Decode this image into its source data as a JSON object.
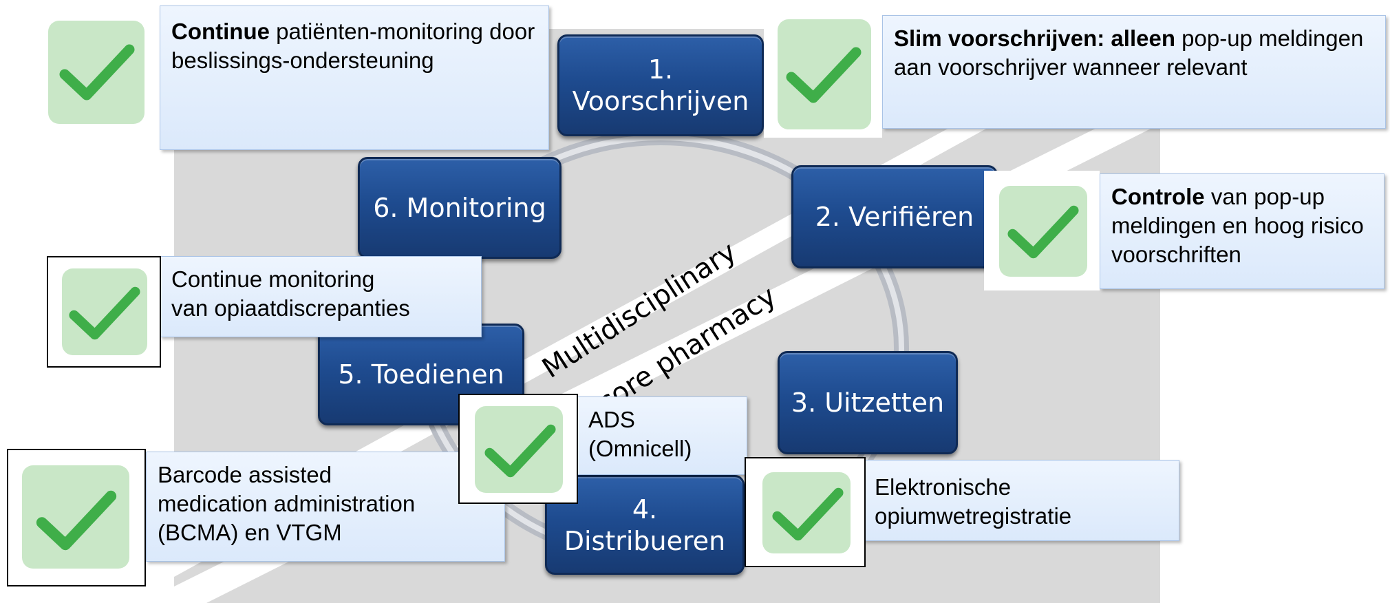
{
  "steps": [
    {
      "id": "voorschrijven",
      "line1": "1.",
      "line2": "Voorschrijven"
    },
    {
      "id": "verifieren",
      "label": "2. Verifiëren"
    },
    {
      "id": "uitzetten",
      "label": "3. Uitzetten"
    },
    {
      "id": "distribueren",
      "line1": "4.",
      "line2": "Distribueren"
    },
    {
      "id": "toedienen",
      "label": "5. Toedienen"
    },
    {
      "id": "monitoring",
      "label": "6. Monitoring"
    }
  ],
  "zones": {
    "upper": "Multidisciplinary",
    "lower": "core pharmacy"
  },
  "callouts": {
    "decision_support": {
      "bold": "Continue",
      "rest": " patiënten-monitoring door beslissings-ondersteuning"
    },
    "smart_prescribing": {
      "bold": "Slim voorschrijven: alleen",
      "rest": " pop-up meldingen aan voorschrijver wanneer relevant"
    },
    "review": {
      "bold": "Controle",
      "rest": " van pop-up meldingen en hoog risico voorschriften"
    },
    "opiate_monitoring": {
      "line1": "Continue monitoring",
      "line2": "van opiaatdiscrepanties"
    },
    "ads": {
      "line1": "ADS",
      "line2": "(Omnicell)"
    },
    "bcma": {
      "line1": "Barcode assisted",
      "line2": "medication administration",
      "line3": "(BCMA) en VTGM"
    },
    "opium_registration": {
      "line1": "Elektronische",
      "line2": "opiumwetregistratie"
    }
  },
  "colors": {
    "step_fill": "#1e4b8f",
    "callout_fill": "#dbe9fb",
    "check_tile": "#c9e7c7",
    "check_mark": "#3fae49",
    "zone_background": "#d9d9d9"
  }
}
